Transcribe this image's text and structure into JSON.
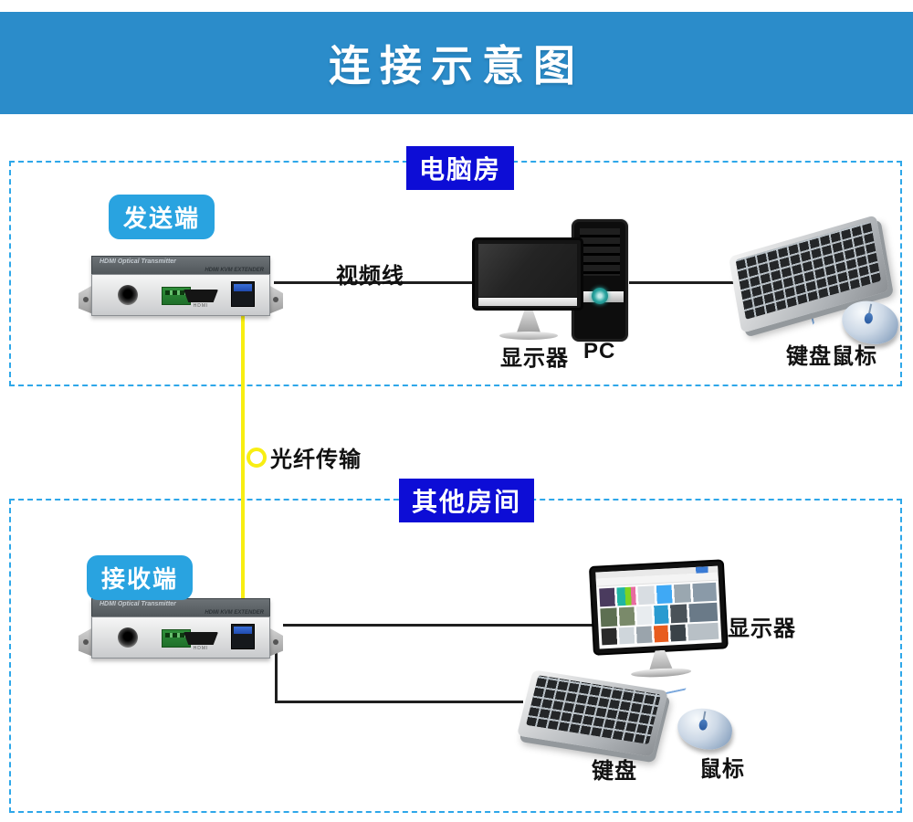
{
  "title": "连接示意图",
  "rooms": {
    "top": "电脑房",
    "bottom": "其他房间"
  },
  "tags": {
    "sender": "发送端",
    "receiver": "接收端"
  },
  "labels": {
    "video_cable": "视频线",
    "fiber": "光纤传输",
    "monitor_top": "显示器",
    "pc": "PC",
    "keyboard_mouse": "键盘鼠标",
    "monitor_bottom": "显示器",
    "keyboard": "键盘",
    "mouse": "鼠标"
  },
  "device": {
    "brand_line": "HDMI Optical Transmitter",
    "model_line": "HDMI KVM EXTENDER",
    "hdmi_port_label": "HDMI"
  },
  "colors": {
    "banner_blue": "#2b8cca",
    "room_label_blue": "#0d0dd6",
    "tag_blue": "#29a3e0",
    "dashed_border_blue": "#2ea7e9",
    "fiber_yellow": "#f8ee12",
    "cable_black": "#1f1f1f"
  }
}
